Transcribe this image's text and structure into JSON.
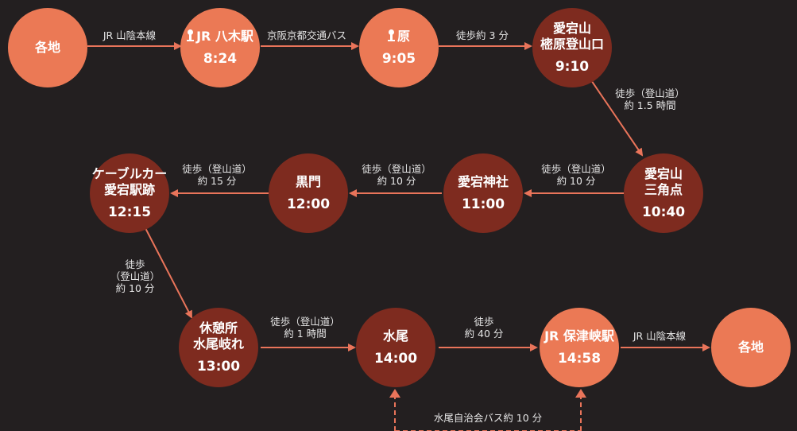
{
  "colors": {
    "background": "#231f20",
    "light_node": "#eb7955",
    "dark_node": "#7e2b1f",
    "arrow": "#e9745a",
    "text": "#ffffff"
  },
  "nodes": {
    "start": {
      "name": "各地",
      "style": "light"
    },
    "yagi": {
      "name": "JR 八木駅",
      "time": "8:24",
      "icon": "bus-stop-pin-icon",
      "style": "light"
    },
    "hara": {
      "name": "原",
      "time": "9:05",
      "icon": "bus-stop-pin-icon",
      "style": "light"
    },
    "trailhead": {
      "name1": "愛宕山",
      "name2": "樒原登山口",
      "time": "9:10",
      "style": "dark"
    },
    "summit": {
      "name1": "愛宕山",
      "name2": "三角点",
      "time": "10:40",
      "style": "dark"
    },
    "shrine": {
      "name": "愛宕神社",
      "time": "11:00",
      "style": "dark"
    },
    "kuromon": {
      "name": "黒門",
      "time": "12:00",
      "style": "dark"
    },
    "cable": {
      "name1": "ケーブルカー",
      "name2": "愛宕駅跡",
      "time": "12:15",
      "style": "dark"
    },
    "rest": {
      "name1": "休憩所",
      "name2": "水尾岐れ",
      "time": "13:00",
      "style": "dark"
    },
    "mizuo": {
      "name": "水尾",
      "time": "14:00",
      "style": "dark"
    },
    "hozukyo": {
      "name": "JR 保津峡駅",
      "time": "14:58",
      "style": "light"
    },
    "end": {
      "name": "各地",
      "style": "light"
    }
  },
  "edges": {
    "e1": "JR 山陰本線",
    "e2": "京阪京都交通バス",
    "e3": "徒歩約 3 分",
    "e4": [
      "徒歩（登山道）",
      "約 1.5 時間"
    ],
    "e5": [
      "徒歩（登山道）",
      "約 10 分"
    ],
    "e6": [
      "徒歩（登山道）",
      "約 10 分"
    ],
    "e7": [
      "徒歩（登山道）",
      "約 15 分"
    ],
    "e8": [
      "徒歩",
      "（登山道）",
      "約 10 分"
    ],
    "e9": [
      "徒歩（登山道）",
      "約 1 時間"
    ],
    "e10": [
      "徒歩",
      "約 40 分"
    ],
    "e11": "JR 山陰本線",
    "bus": "水尾自治会バス約 10 分"
  }
}
